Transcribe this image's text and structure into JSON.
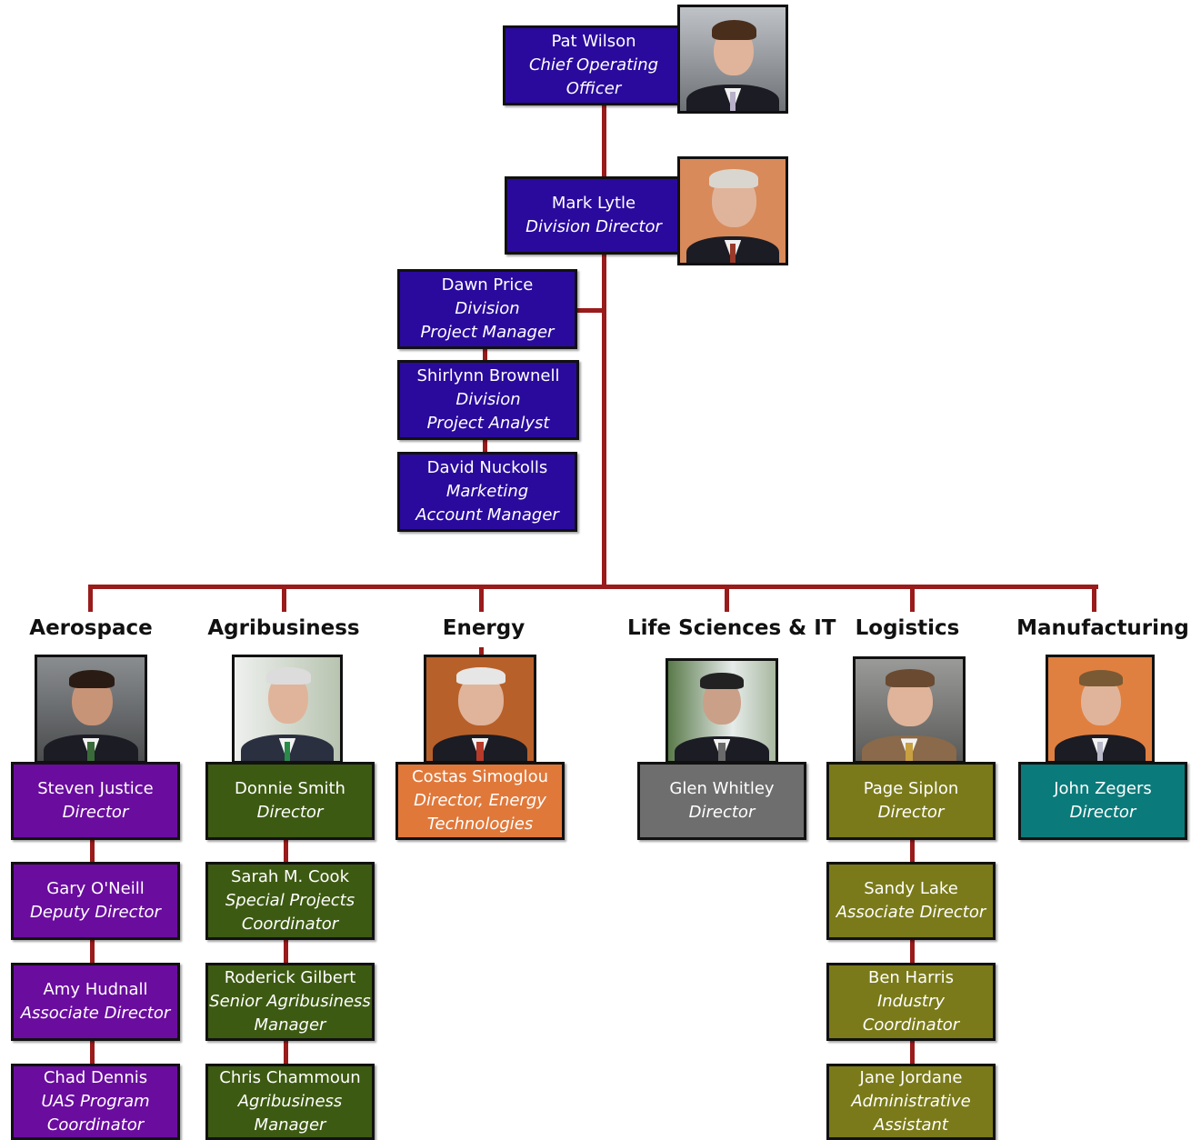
{
  "executives": [
    {
      "name": "Pat Wilson",
      "title": "Chief Operating\nOfficer"
    },
    {
      "name": "Mark Lytle",
      "title": "Division Director"
    }
  ],
  "staff": [
    {
      "name": "Dawn Price",
      "title": "Division\nProject Manager"
    },
    {
      "name": "Shirlynn Brownell",
      "title": "Division\nProject Analyst"
    },
    {
      "name": "David Nuckolls",
      "title": "Marketing\nAccount Manager"
    }
  ],
  "departments": [
    {
      "label": "Aerospace",
      "members": [
        {
          "name": "Steven Justice",
          "title": "Director"
        },
        {
          "name": "Gary O'Neill",
          "title": "Deputy Director"
        },
        {
          "name": "Amy Hudnall",
          "title": "Associate Director"
        },
        {
          "name": "Chad Dennis",
          "title": "UAS Program\nCoordinator"
        }
      ]
    },
    {
      "label": "Agribusiness",
      "members": [
        {
          "name": "Donnie Smith",
          "title": "Director"
        },
        {
          "name": "Sarah M. Cook",
          "title": "Special Projects\nCoordinator"
        },
        {
          "name": "Roderick Gilbert",
          "title": "Senior Agribusiness\nManager"
        },
        {
          "name": "Chris Chammoun",
          "title": "Agribusiness\nManager"
        }
      ]
    },
    {
      "label": "Energy",
      "members": [
        {
          "name": "Costas Simoglou",
          "title": "Director, Energy\nTechnologies"
        }
      ]
    },
    {
      "label": "Life Sciences & IT",
      "members": [
        {
          "name": "Glen Whitley",
          "title": "Director"
        }
      ]
    },
    {
      "label": "Logistics",
      "members": [
        {
          "name": "Page Siplon",
          "title": "Director"
        },
        {
          "name": "Sandy Lake",
          "title": "Associate Director"
        },
        {
          "name": "Ben Harris",
          "title": "Industry\nCoordinator"
        },
        {
          "name": "Jane Jordane",
          "title": "Administrative\nAssistant"
        }
      ]
    },
    {
      "label": "Manufacturing",
      "members": [
        {
          "name": "John Zegers",
          "title": "Director"
        }
      ]
    }
  ],
  "colors": {
    "connector": "#9a1b1b",
    "executive_box": "#2a0a9c",
    "aerospace_box": "#6a0c9e",
    "agribusiness_box": "#3d5a12",
    "energy_box": "#e0783a",
    "life_sciences_box": "#6e6e6e",
    "logistics_box": "#7a7a1a",
    "manufacturing_box": "#0a7a7a"
  }
}
